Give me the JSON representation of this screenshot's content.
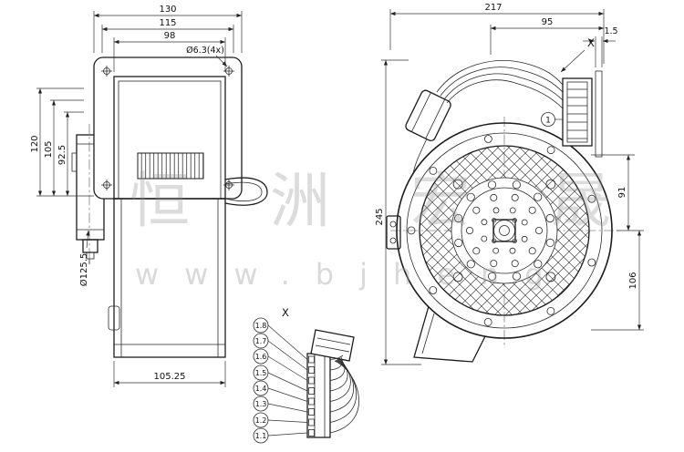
{
  "watermark": {
    "cn": "恒洲宏晟",
    "url": "www.bjheng"
  },
  "side_view": {
    "dim_width_outer": "130",
    "dim_width_mid": "115",
    "dim_width_inner": "98",
    "dim_hole": "Ø6.3(4x)",
    "dim_height_outer": "120",
    "dim_height_mid": "105",
    "dim_height_inner": "92.5",
    "dim_motor_dia": "Ø125.5",
    "dim_outlet_width": "105.25"
  },
  "front_view": {
    "dim_width_overall": "217",
    "dim_width_right": "95",
    "dim_edge_gap": "1.5",
    "dim_height_overall": "245",
    "dim_height_upper": "91",
    "dim_height_lower": "106",
    "detail_ref": "X",
    "balloon_1": "1"
  },
  "connector_detail": {
    "title": "X",
    "pins": [
      "1.8",
      "1.7",
      "1.6",
      "1.5",
      "1.4",
      "1.3",
      "1.2",
      "1.1"
    ]
  }
}
